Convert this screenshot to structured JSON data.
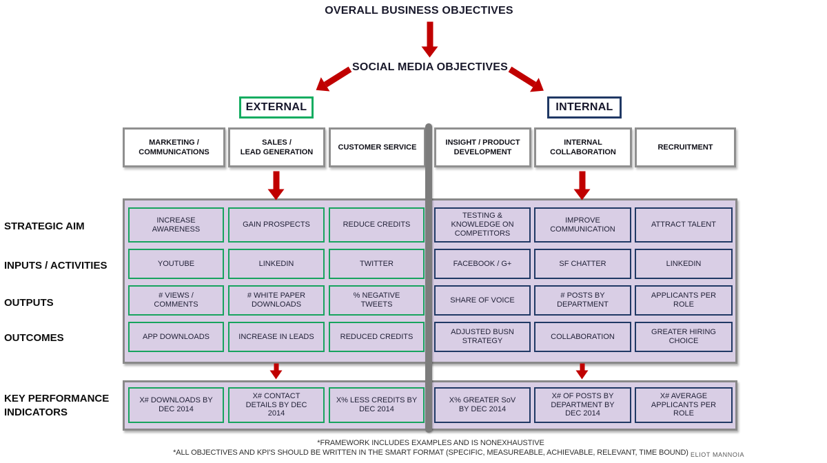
{
  "header": {
    "title": "OVERALL BUSINESS OBJECTIVES",
    "subtitle": "SOCIAL MEDIA OBJECTIVES"
  },
  "branches": {
    "external": {
      "label": "EXTERNAL",
      "color": "#13ac60"
    },
    "internal": {
      "label": "INTERNAL",
      "color": "#1f3864"
    }
  },
  "columns": [
    {
      "label": "MARKETING /\nCOMMUNICATIONS",
      "group": "external"
    },
    {
      "label": "SALES /\nLEAD GENERATION",
      "group": "external"
    },
    {
      "label": "CUSTOMER SERVICE",
      "group": "external"
    },
    {
      "label": "INSIGHT / PRODUCT\nDEVELOPMENT",
      "group": "internal"
    },
    {
      "label": "INTERNAL\nCOLLABORATION",
      "group": "internal"
    },
    {
      "label": "RECRUITMENT",
      "group": "internal"
    }
  ],
  "rows": [
    {
      "label": "STRATEGIC AIM",
      "cells": [
        "INCREASE\nAWARENESS",
        "GAIN PROSPECTS",
        "REDUCE CREDITS",
        "TESTING &\nKNOWLEDGE ON\nCOMPETITORS",
        "IMPROVE\nCOMMUNICATION",
        "ATTRACT TALENT"
      ]
    },
    {
      "label": "INPUTS / ACTIVITIES",
      "cells": [
        "YOUTUBE",
        "LINKEDIN",
        "TWITTER",
        "FACEBOOK / G+",
        "SF CHATTER",
        "LINKEDIN"
      ]
    },
    {
      "label": "OUTPUTS",
      "cells": [
        "# VIEWS /\nCOMMENTS",
        "# WHITE PAPER\nDOWNLOADS",
        "% NEGATIVE\nTWEETS",
        "SHARE OF VOICE",
        "# POSTS BY\nDEPARTMENT",
        "APPLICANTS PER\nROLE"
      ]
    },
    {
      "label": "OUTCOMES",
      "cells": [
        "APP DOWNLOADS",
        "INCREASE IN LEADS",
        "REDUCED CREDITS",
        "ADJUSTED BUSN\nSTRATEGY",
        "COLLABORATION",
        "GREATER HIRING\nCHOICE"
      ]
    }
  ],
  "kpi": {
    "label": "KEY PERFORMANCE INDICATORS",
    "cells": [
      "X# DOWNLOADS BY\nDEC 2014",
      "X# CONTACT\nDETAILS BY DEC\n2014",
      "X% LESS CREDITS BY\nDEC 2014",
      "X% GREATER SoV\nBY DEC 2014",
      "X# OF POSTS BY\nDEPARTMENT BY\nDEC 2014",
      "X# AVERAGE\nAPPLICANTS PER\nROLE"
    ]
  },
  "footnotes": [
    "*FRAMEWORK INCLUDES EXAMPLES AND IS NONEXHAUSTIVE",
    "*ALL OBJECTIVES AND KPI'S SHOULD BE WRITTEN IN THE SMART FORMAT (SPECIFIC, MEASUREABLE, ACHIEVABLE, RELEVANT, TIME BOUND)"
  ],
  "credit": "ELIOT MANNOIA",
  "colors": {
    "arrow_red": "#c00000",
    "external_green": "#13ac60",
    "internal_navy": "#1f3864",
    "panel_purple": "#d9cee5",
    "border_gray": "#898989",
    "divider_gray": "#7c7c7c"
  }
}
